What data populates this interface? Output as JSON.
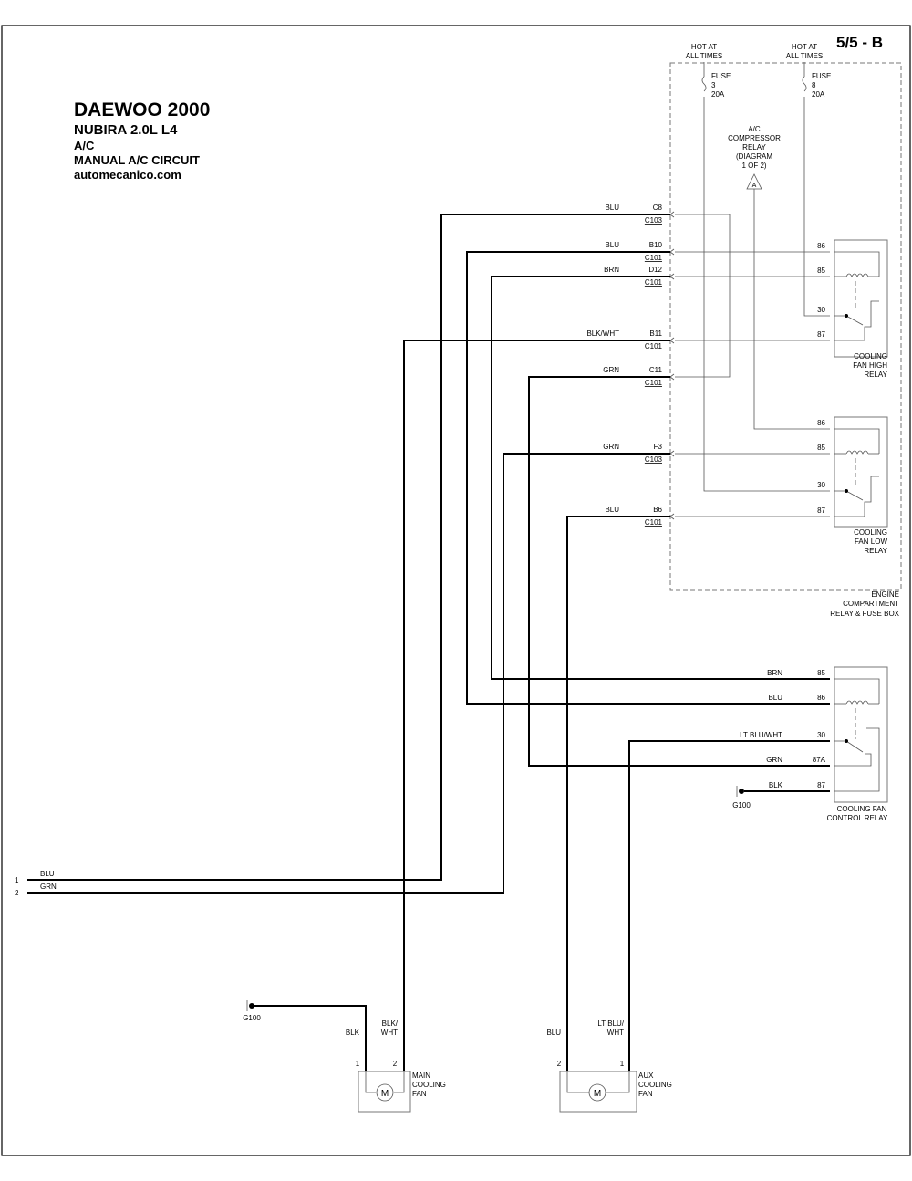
{
  "page_number": "5/5 - B",
  "header": {
    "make_year": "DAEWOO 2000",
    "model_engine": "NUBIRA  2.0L  L4",
    "system": "A/C",
    "circuit": "MANUAL A/C CIRCUIT",
    "website": "automecanico.com"
  },
  "power_sources": [
    {
      "hot": [
        "HOT AT",
        "ALL TIMES"
      ],
      "fuse": [
        "FUSE",
        "3",
        "20A"
      ]
    },
    {
      "hot": [
        "HOT AT",
        "ALL TIMES"
      ],
      "fuse": [
        "FUSE",
        "8",
        "20A"
      ]
    }
  ],
  "compressor_relay_ref": {
    "text": [
      "A/C",
      "COMPRESSOR",
      "RELAY",
      "(DIAGRAM",
      "1 OF 2)"
    ],
    "flag": "A"
  },
  "connectors": [
    {
      "wire": "BLU",
      "pin": "C8",
      "conn": "C103"
    },
    {
      "wire": "BLU",
      "pin": "B10",
      "conn": "C101"
    },
    {
      "wire": "BRN",
      "pin": "D12",
      "conn": "C101"
    },
    {
      "wire": "BLK/WHT",
      "pin": "B11",
      "conn": "C101"
    },
    {
      "wire": "GRN",
      "pin": "C11",
      "conn": "C101"
    },
    {
      "wire": "GRN",
      "pin": "F3",
      "conn": "C103"
    },
    {
      "wire": "BLU",
      "pin": "B6",
      "conn": "C101"
    }
  ],
  "high_relay": {
    "pins": [
      "86",
      "85",
      "30",
      "87"
    ],
    "label": [
      "COOLING",
      "FAN HIGH",
      "RELAY"
    ]
  },
  "low_relay": {
    "pins": [
      "86",
      "85",
      "30",
      "87"
    ],
    "label": [
      "COOLING",
      "FAN LOW",
      "RELAY"
    ]
  },
  "fuse_box_label": [
    "ENGINE",
    "COMPARTMENT",
    "RELAY & FUSE BOX"
  ],
  "control_relay": {
    "rows": [
      {
        "wire": "BRN",
        "pin": "85"
      },
      {
        "wire": "BLU",
        "pin": "86"
      },
      {
        "wire": "LT BLU/WHT",
        "pin": "30"
      },
      {
        "wire": "GRN",
        "pin": "87A"
      },
      {
        "wire": "BLK",
        "pin": "87"
      }
    ],
    "label": [
      "COOLING FAN",
      "CONTROL RELAY"
    ],
    "ground": "G100"
  },
  "left_terminals": [
    {
      "num": "1",
      "wire": "BLU"
    },
    {
      "num": "2",
      "wire": "GRN"
    }
  ],
  "main_fan": {
    "ground": "G100",
    "wire_left": [
      "BLK"
    ],
    "wire_right": [
      "BLK/",
      "WHT"
    ],
    "pin_left": "1",
    "pin_right": "2",
    "motor": "M",
    "label": [
      "MAIN",
      "COOLING",
      "FAN"
    ]
  },
  "aux_fan": {
    "wire_left": [
      "BLU"
    ],
    "wire_right": [
      "LT BLU/",
      "WHT"
    ],
    "pin_left": "2",
    "pin_right": "1",
    "motor": "M",
    "label": [
      "AUX",
      "COOLING",
      "FAN"
    ]
  }
}
